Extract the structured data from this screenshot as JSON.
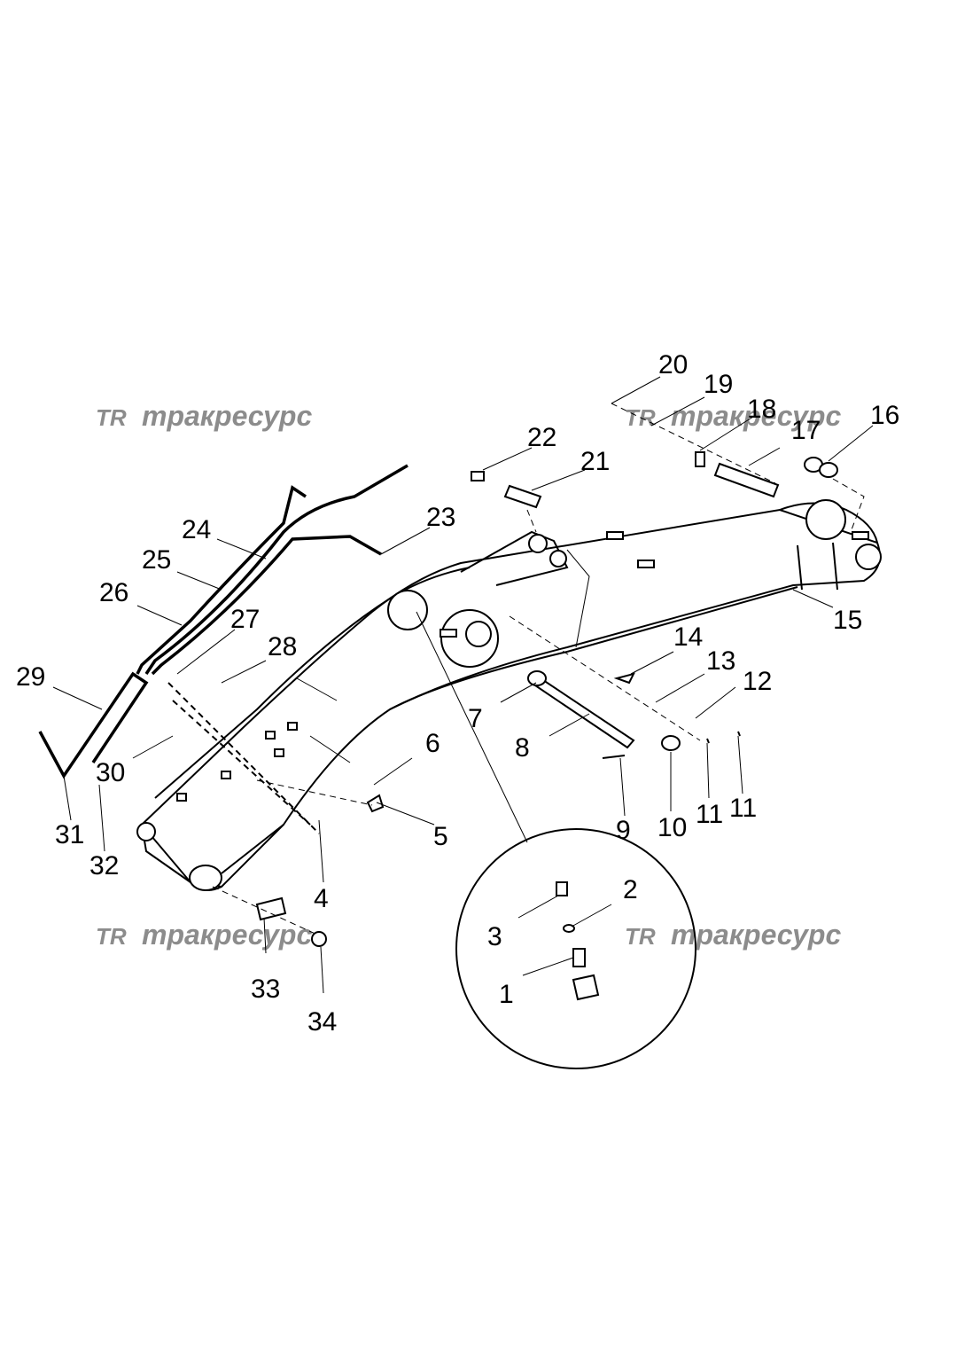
{
  "watermark": {
    "logo": "TR",
    "text": "тракресурс"
  },
  "callouts": [
    "1",
    "2",
    "3",
    "4",
    "5",
    "6",
    "7",
    "8",
    "9",
    "10",
    "11",
    "11",
    "12",
    "13",
    "14",
    "15",
    "16",
    "17",
    "18",
    "19",
    "20",
    "21",
    "22",
    "23",
    "24",
    "25",
    "26",
    "27",
    "28",
    "29",
    "30",
    "31",
    "32",
    "33",
    "34"
  ]
}
